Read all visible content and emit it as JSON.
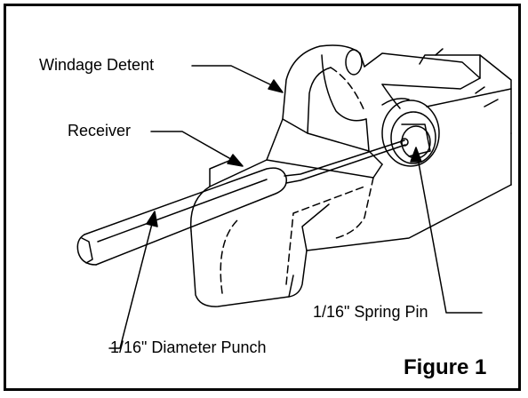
{
  "callouts": {
    "windage_detent": "Windage Detent",
    "receiver": "Receiver",
    "spring_pin": "1/16\" Spring Pin",
    "diameter_punch": "1/16\" Diameter Punch"
  },
  "figure_label": "Figure 1",
  "colors": {
    "line": "#000000",
    "background": "#ffffff"
  }
}
